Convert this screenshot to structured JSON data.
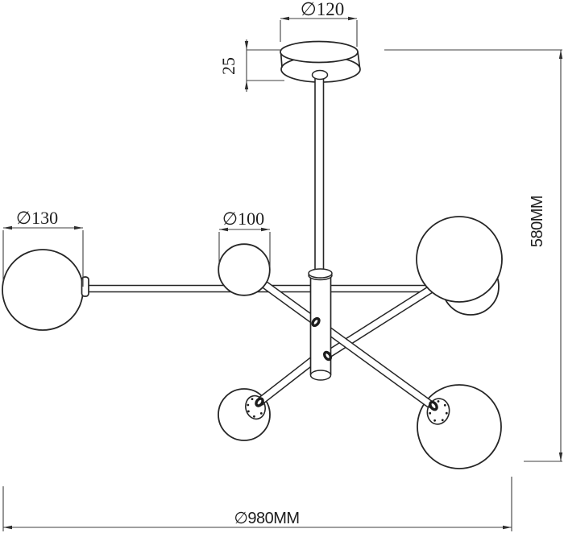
{
  "drawing": {
    "name": "ceiling-chandelier-technical-drawing",
    "dims": {
      "canopy_diameter": "∅120",
      "canopy_height": "25",
      "left_globe_diameter": "∅130",
      "middle_globe_diameter": "∅100",
      "overall_height": "580MM",
      "overall_width": "∅980MM"
    },
    "colors": {
      "outline": "#262626",
      "dimension_line": "#3f3f3f",
      "text": "#1d1d1d",
      "background": "#ffffff"
    }
  }
}
